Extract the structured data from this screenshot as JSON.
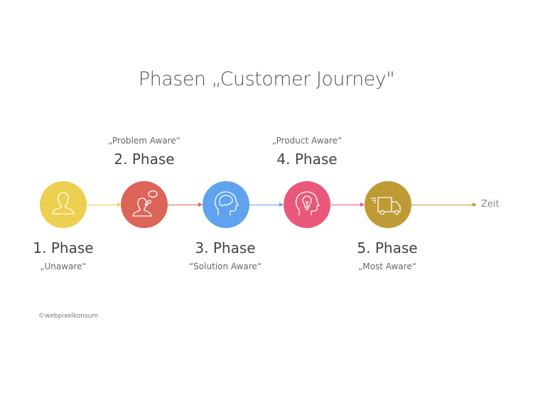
{
  "title": "Phasen „Customer Journey\"",
  "phases": [
    {
      "label": "1. Phase",
      "subtitle": "„Unaware“",
      "color": "#EDD04F",
      "icon": "person-icon"
    },
    {
      "label": "2. Phase",
      "subtitle": "„Problem Aware“",
      "color": "#DD6458",
      "icon": "thinking-person-icon"
    },
    {
      "label": "3. Phase",
      "subtitle": "“Solution Aware“",
      "color": "#5FA3EE",
      "icon": "brain-head-icon"
    },
    {
      "label": "4. Phase",
      "subtitle": "„Product Aware“",
      "color": "#E9587A",
      "icon": "lightbulb-head-icon"
    },
    {
      "label": "5. Phase",
      "subtitle": "„Most Aware“",
      "color": "#BE9A35",
      "icon": "delivery-truck-icon"
    }
  ],
  "axis_label": "Zeit",
  "copyright": "©webpixelkonsum"
}
